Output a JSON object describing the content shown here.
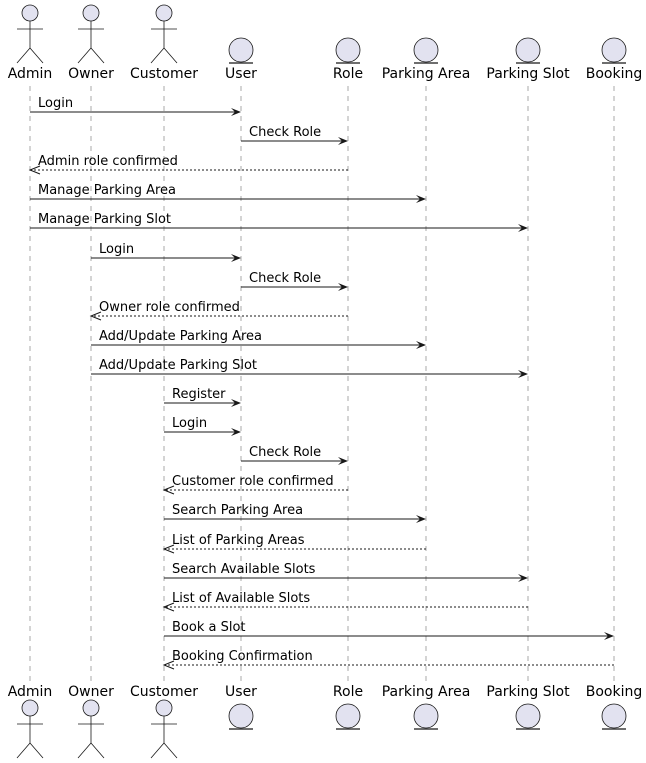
{
  "participants": [
    {
      "id": "admin",
      "name": "Admin",
      "kind": "actor"
    },
    {
      "id": "owner",
      "name": "Owner",
      "kind": "actor"
    },
    {
      "id": "customer",
      "name": "Customer",
      "kind": "actor"
    },
    {
      "id": "user",
      "name": "User",
      "kind": "entity"
    },
    {
      "id": "role",
      "name": "Role",
      "kind": "entity"
    },
    {
      "id": "parking_area",
      "name": "Parking Area",
      "kind": "entity"
    },
    {
      "id": "parking_slot",
      "name": "Parking Slot",
      "kind": "entity"
    },
    {
      "id": "booking",
      "name": "Booking",
      "kind": "entity"
    }
  ],
  "messages": [
    {
      "from": "admin",
      "to": "user",
      "text": "Login",
      "style": "sync"
    },
    {
      "from": "user",
      "to": "role",
      "text": "Check Role",
      "style": "sync"
    },
    {
      "from": "role",
      "to": "admin",
      "text": "Admin role confirmed",
      "style": "reply"
    },
    {
      "from": "admin",
      "to": "parking_area",
      "text": "Manage Parking Area",
      "style": "sync"
    },
    {
      "from": "admin",
      "to": "parking_slot",
      "text": "Manage Parking Slot",
      "style": "sync"
    },
    {
      "from": "owner",
      "to": "user",
      "text": "Login",
      "style": "sync"
    },
    {
      "from": "user",
      "to": "role",
      "text": "Check Role",
      "style": "sync"
    },
    {
      "from": "role",
      "to": "owner",
      "text": "Owner role confirmed",
      "style": "reply"
    },
    {
      "from": "owner",
      "to": "parking_area",
      "text": "Add/Update Parking Area",
      "style": "sync"
    },
    {
      "from": "owner",
      "to": "parking_slot",
      "text": "Add/Update Parking Slot",
      "style": "sync"
    },
    {
      "from": "customer",
      "to": "user",
      "text": "Register",
      "style": "sync"
    },
    {
      "from": "customer",
      "to": "user",
      "text": "Login",
      "style": "sync"
    },
    {
      "from": "user",
      "to": "role",
      "text": "Check Role",
      "style": "sync"
    },
    {
      "from": "role",
      "to": "customer",
      "text": "Customer role confirmed",
      "style": "reply"
    },
    {
      "from": "customer",
      "to": "parking_area",
      "text": "Search Parking Area",
      "style": "sync"
    },
    {
      "from": "parking_area",
      "to": "customer",
      "text": "List of Parking Areas",
      "style": "reply"
    },
    {
      "from": "customer",
      "to": "parking_slot",
      "text": "Search Available Slots",
      "style": "sync"
    },
    {
      "from": "parking_slot",
      "to": "customer",
      "text": "List of Available Slots",
      "style": "reply"
    },
    {
      "from": "customer",
      "to": "booking",
      "text": "Book a Slot",
      "style": "sync"
    },
    {
      "from": "booking",
      "to": "customer",
      "text": "Booking Confirmation",
      "style": "reply"
    }
  ],
  "colors": {
    "participant_fill": "#e2e2f0",
    "line": "#181818",
    "lifeline": "#a8a8a8"
  }
}
